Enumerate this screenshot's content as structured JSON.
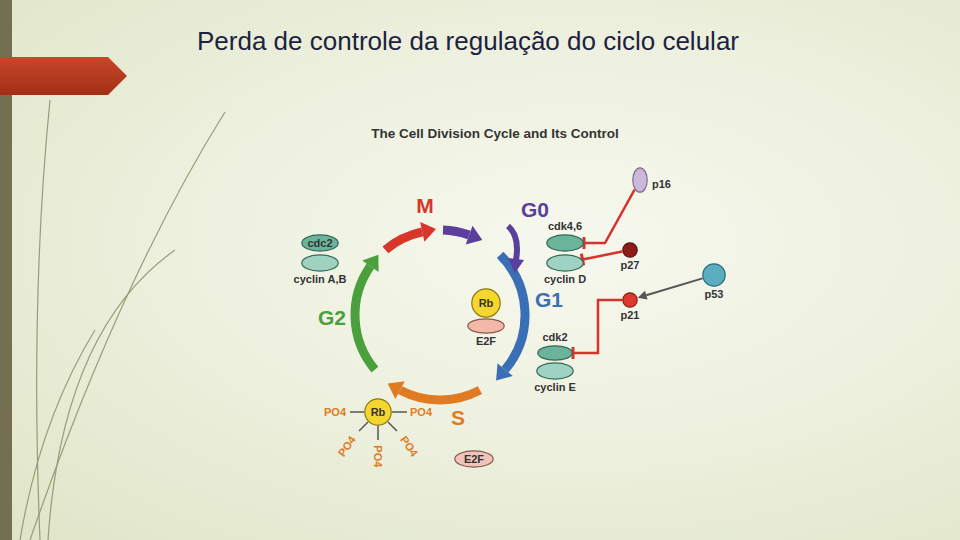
{
  "diagram": {
    "title": "Perda de controle da regulação do ciclo celular",
    "nodes": [
      {
        "text": [
          "p16"
        ]
      },
      {
        "text": [
          "cdk4,6"
        ]
      },
      {
        "text": [
          "cyclin D"
        ]
      },
      {
        "text": [
          "cdc2"
        ]
      },
      {
        "text": [
          "cyclin A,B"
        ]
      },
      {
        "text": [
          "p27"
        ]
      },
      {
        "text": [
          "p53"
        ]
      },
      {
        "text": [
          "p21"
        ]
      },
      {
        "text": [
          "Rb"
        ]
      },
      {
        "text": [
          "E2F"
        ]
      },
      {
        "text": [
          "cdk2"
        ]
      },
      {
        "text": [
          "cyclin E"
        ]
      },
      {
        "text": [
          "Rb"
        ]
      },
      {
        "text": [
          "E2F"
        ]
      }
    ],
    "edges": [
      {
        "from": 0,
        "to": 1,
        "arrow": "to"
      },
      {
        "from": 5,
        "to": 2,
        "arrow": "to"
      },
      {
        "from": 7,
        "to": 10,
        "arrow": "to"
      },
      {
        "from": 6,
        "to": 7,
        "arrow": "to"
      }
    ],
    "labels": [
      "The Cell Division Cycle and Its Control",
      "M",
      "G0",
      "G1",
      "S",
      "G2",
      "PO4",
      "PO4",
      "PO4",
      "PO4",
      "PO4"
    ]
  }
}
